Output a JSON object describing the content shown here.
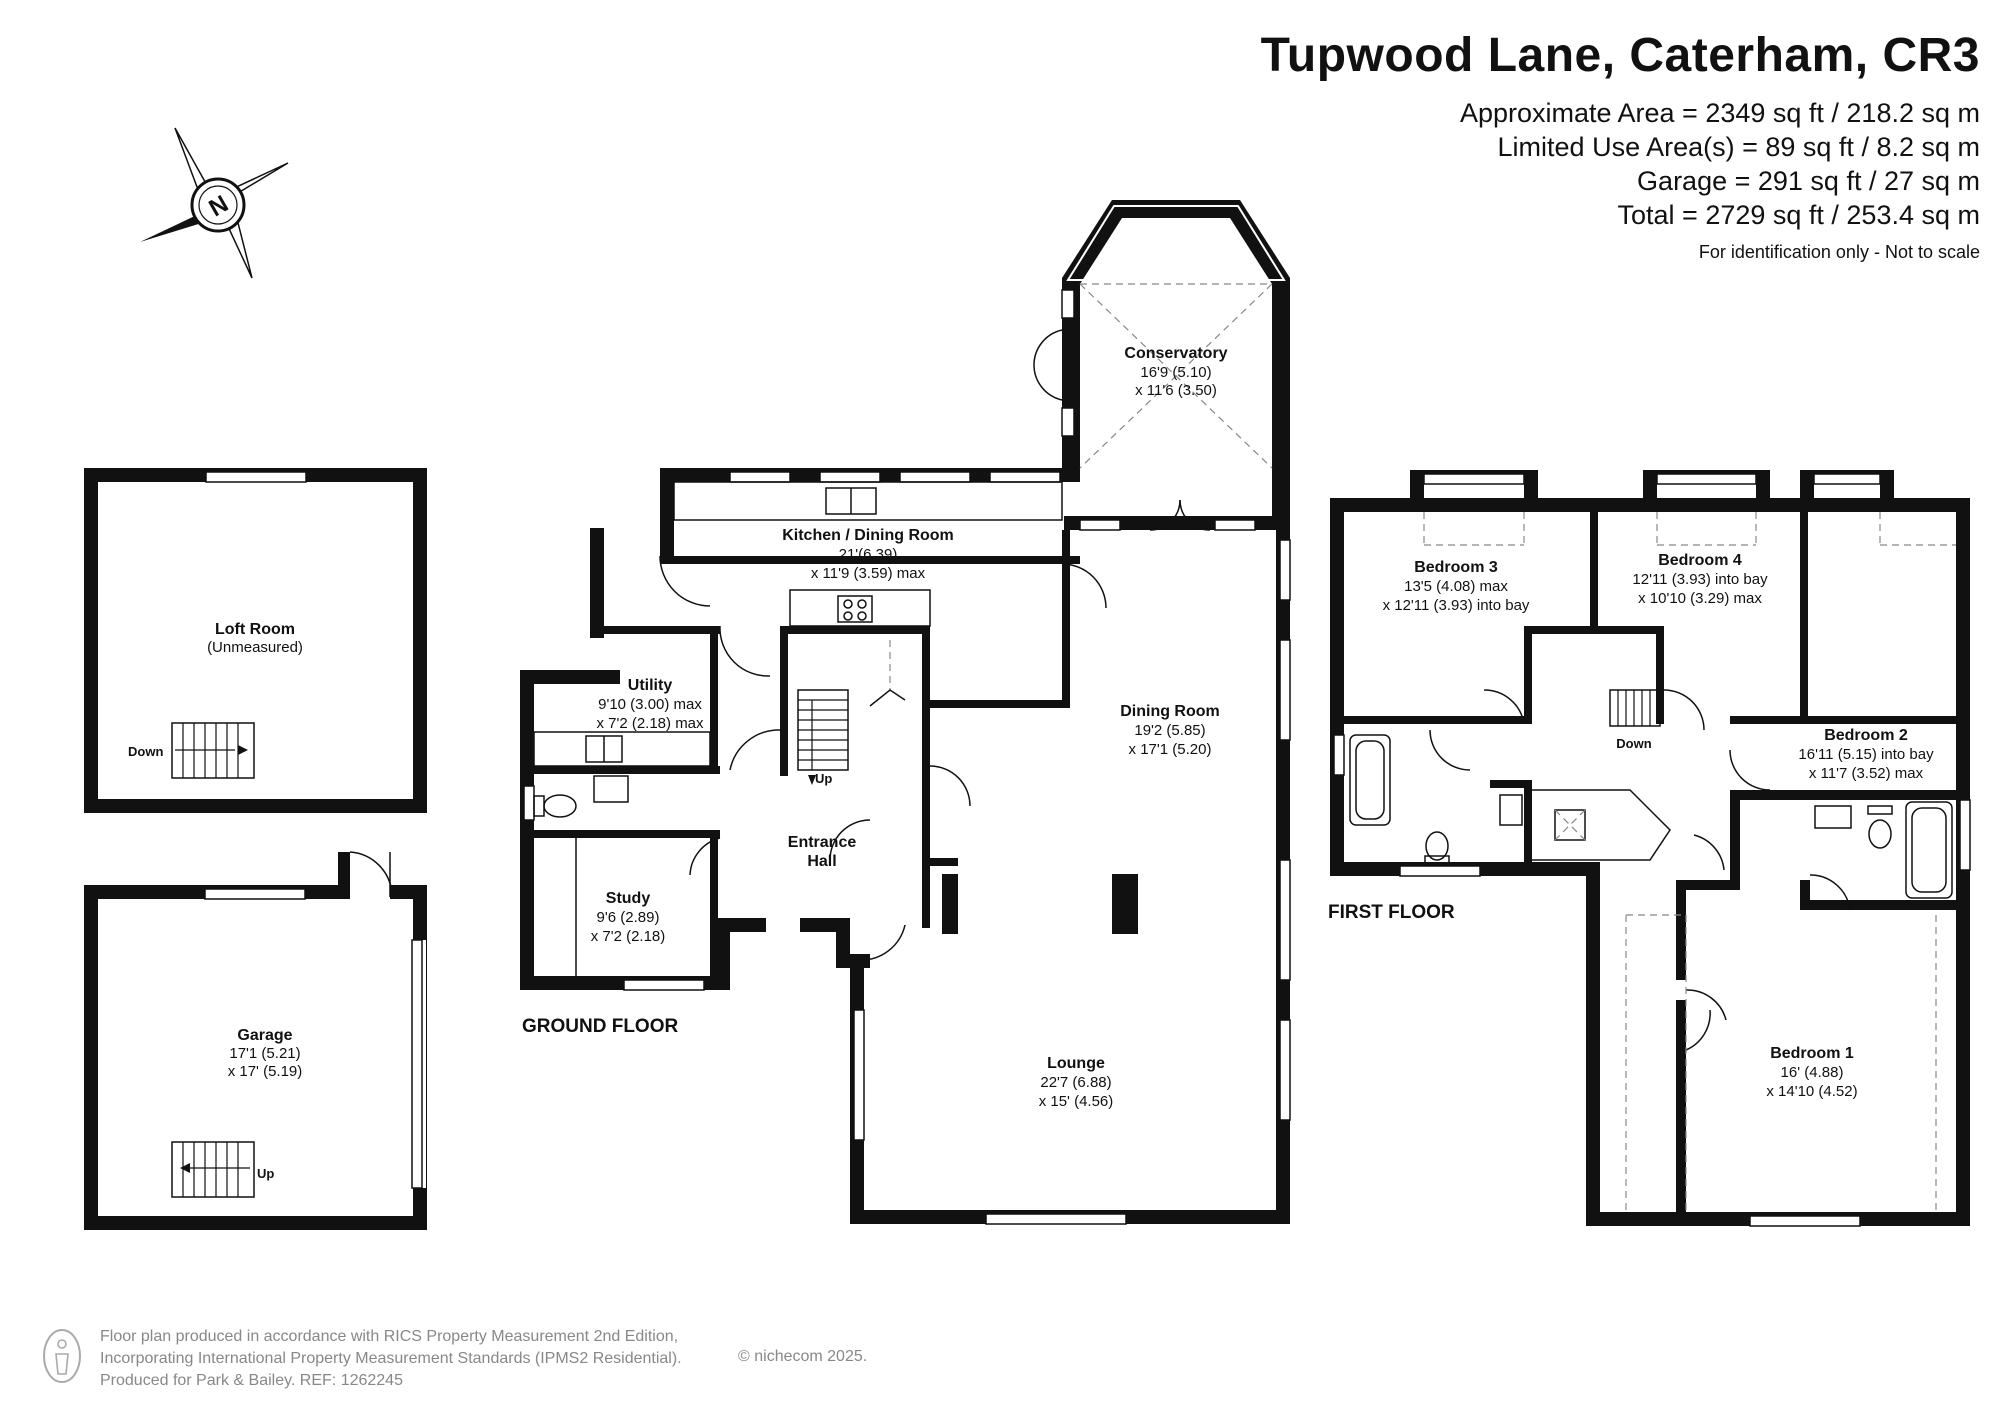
{
  "header": {
    "title": "Tupwood Lane, Caterham, CR3",
    "areas": [
      "Approximate Area = 2349 sq ft / 218.2 sq m",
      "Limited Use Area(s) = 89 sq ft / 8.2 sq m",
      "Garage = 291 sq ft / 27 sq m",
      "Total = 2729 sq ft / 253.4 sq m"
    ],
    "disclaimer": "For identification only - Not to scale"
  },
  "compass": {
    "label": "N"
  },
  "floors": {
    "ground": "GROUND FLOOR",
    "first": "FIRST FLOOR"
  },
  "rooms": {
    "loft": {
      "name": "Loft Room",
      "dim1": "(Unmeasured)"
    },
    "garage": {
      "name": "Garage",
      "dim1": "17'1 (5.21)",
      "dim2": "x 17' (5.19)"
    },
    "conservatory": {
      "name": "Conservatory",
      "dim1": "16'9 (5.10)",
      "dim2": "x 11'6 (3.50)"
    },
    "kitchen": {
      "name": "Kitchen / Dining Room",
      "dim1": "21'(6.39)",
      "dim2": "x 11'9 (3.59) max"
    },
    "utility": {
      "name": "Utility",
      "dim1": "9'10 (3.00) max",
      "dim2": "x 7'2 (2.18) max"
    },
    "dining": {
      "name": "Dining Room",
      "dim1": "19'2 (5.85)",
      "dim2": "x 17'1 (5.20)"
    },
    "hall": {
      "name": "Entrance",
      "dim1": "Hall"
    },
    "study": {
      "name": "Study",
      "dim1": "9'6 (2.89)",
      "dim2": "x 7'2 (2.18)"
    },
    "lounge": {
      "name": "Lounge",
      "dim1": "22'7 (6.88)",
      "dim2": "x 15' (4.56)"
    },
    "bed3": {
      "name": "Bedroom 3",
      "dim1": "13'5 (4.08) max",
      "dim2": "x 12'11 (3.93) into bay"
    },
    "bed4": {
      "name": "Bedroom 4",
      "dim1": "12'11 (3.93) into bay",
      "dim2": "x 10'10 (3.29) max"
    },
    "bed2": {
      "name": "Bedroom 2",
      "dim1": "16'11 (5.15) into bay",
      "dim2": "x 11'7 (3.52) max"
    },
    "bed1": {
      "name": "Bedroom 1",
      "dim1": "16' (4.88)",
      "dim2": "x 14'10 (4.52)"
    }
  },
  "stairs": {
    "loft_down": "Down",
    "garage_up": "Up",
    "ground_up": "Up",
    "first_down": "Down"
  },
  "footer": {
    "line1": "Floor plan produced in accordance with RICS Property Measurement 2nd Edition,",
    "line2": "Incorporating International Property Measurement Standards (IPMS2 Residential).",
    "line3": "Produced for Park & Bailey.   REF:  1262245",
    "copyright": "© nichecom 2025."
  }
}
